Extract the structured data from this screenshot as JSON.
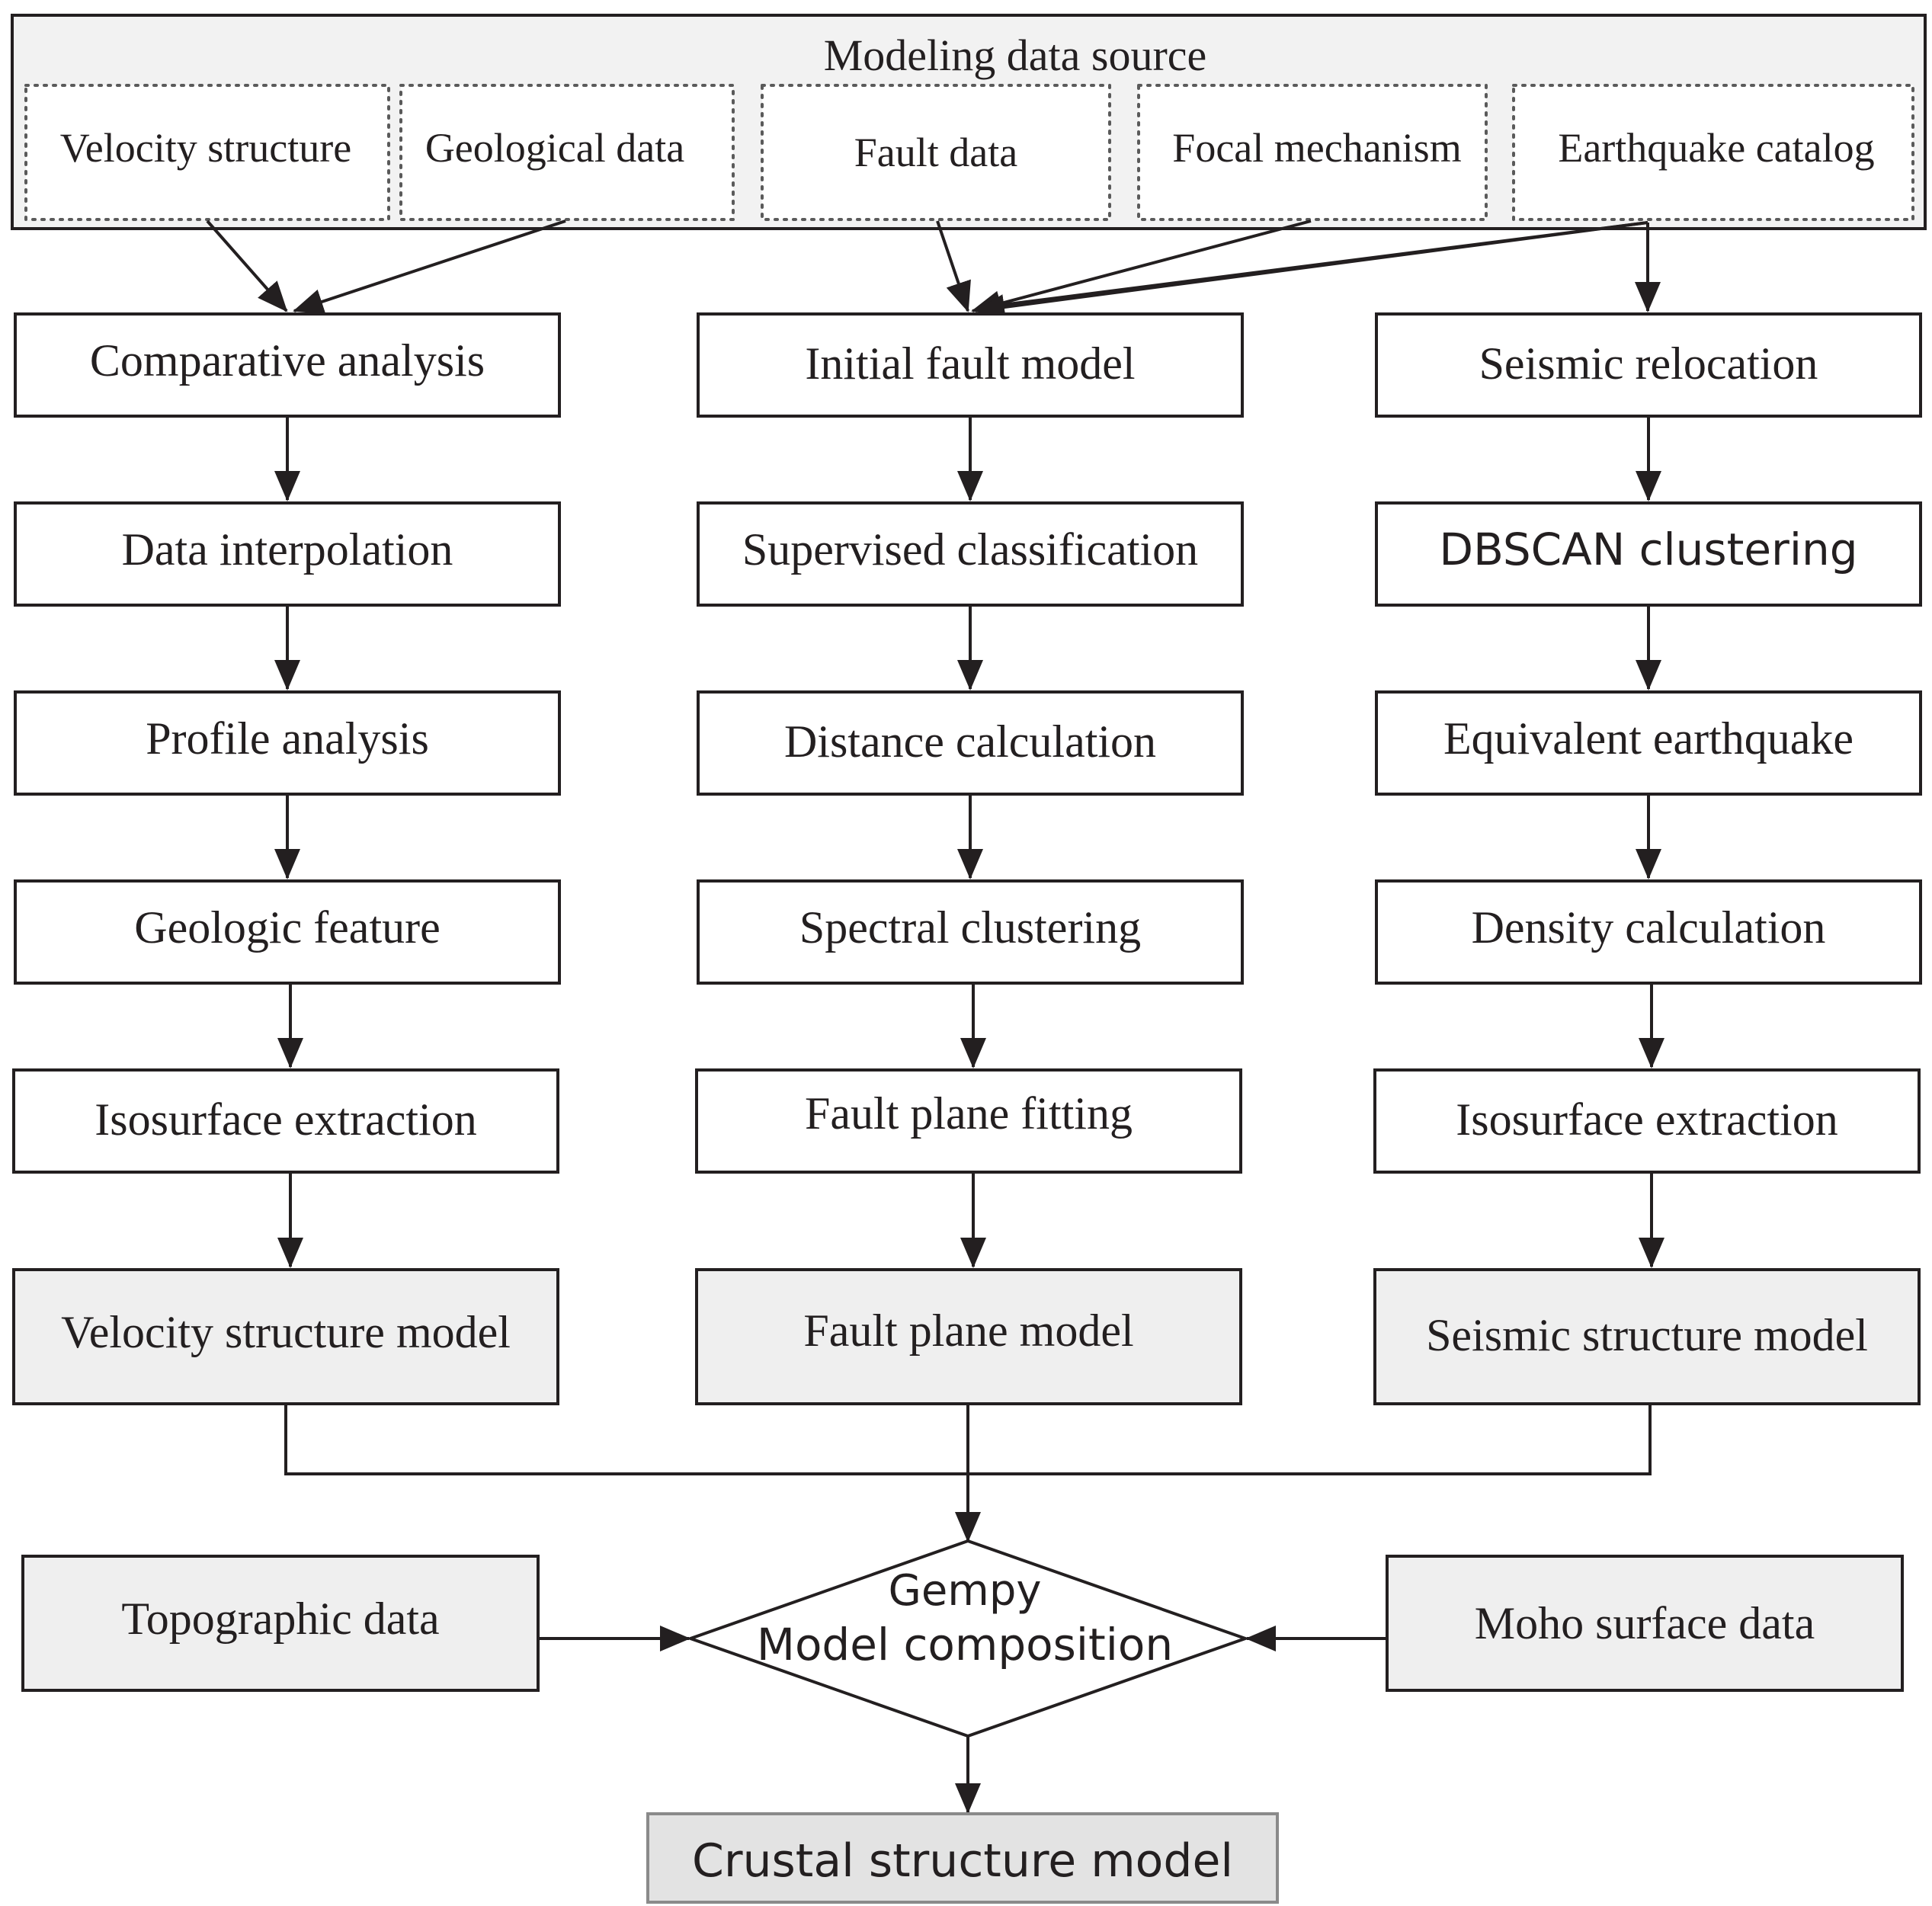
{
  "source": {
    "title": "Modeling data source",
    "items": [
      "Velocity structure",
      "Geological data",
      "Fault data",
      "Focal mechanism",
      "Earthquake catalog"
    ]
  },
  "columns": {
    "velocity": [
      "Comparative analysis",
      "Data interpolation",
      "Profile analysis",
      "Geologic feature",
      "Isosurface extraction",
      "Velocity structure model"
    ],
    "fault": [
      "Initial fault model",
      "Supervised classification",
      "Distance calculation",
      "Spectral clustering",
      "Fault plane fitting",
      "Fault plane model"
    ],
    "seismic": [
      "Seismic relocation",
      "DBSCAN clustering",
      "Equivalent earthquake",
      "Density calculation",
      "Isosurface extraction",
      "Seismic structure model"
    ]
  },
  "composition": {
    "line1": "Gempy",
    "line2": "Model composition",
    "left_input": "Topographic data",
    "right_input": "Moho surface data",
    "output": "Crustal structure model"
  },
  "colors": {
    "ink": "#231f20",
    "model_fill": "#efefef",
    "output_fill": "#e3e3e3",
    "source_fill": "#f2f2f2"
  }
}
